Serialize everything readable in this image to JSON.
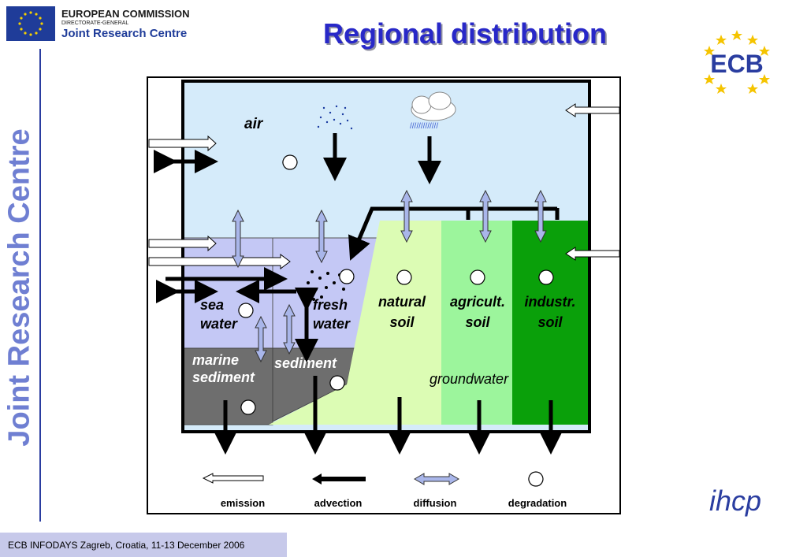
{
  "header": {
    "ec_line1": "EUROPEAN COMMISSION",
    "ec_line2": "DIRECTORATE-GENERAL",
    "ec_line3": "Joint Research Centre",
    "title": "Regional distribution",
    "side_text": "Joint Research Centre"
  },
  "logos": {
    "ecb_text": "ECB",
    "ihcp_text": "ihcp"
  },
  "footer": {
    "text": "ECB INFODAYS Zagreb, Croatia, 11-13 December 2006"
  },
  "diagram": {
    "compartments": {
      "air": "air",
      "sea_water_1": "sea",
      "sea_water_2": "water",
      "fresh_water_1": "fresh",
      "fresh_water_2": "water",
      "natural_soil_1": "natural",
      "natural_soil_2": "soil",
      "agri_soil_1": "agricult.",
      "agri_soil_2": "soil",
      "industr_soil_1": "industr.",
      "industr_soil_2": "soil",
      "marine_sediment_1": "marine",
      "marine_sediment_2": "sediment",
      "sediment": "sediment",
      "groundwater": "groundwater"
    },
    "legend": {
      "emission": "emission",
      "advection": "advection",
      "diffusion": "diffusion",
      "degradation": "degradation"
    },
    "colors": {
      "air": "#d5ebfa",
      "water": "#c4c8f5",
      "sediment": "#6e6e6e",
      "natural_soil": "#dcfcb4",
      "agri_soil": "#9cf59c",
      "industr_soil": "#0aa00a",
      "diffusion_arrow": "#a9b6ea"
    }
  }
}
